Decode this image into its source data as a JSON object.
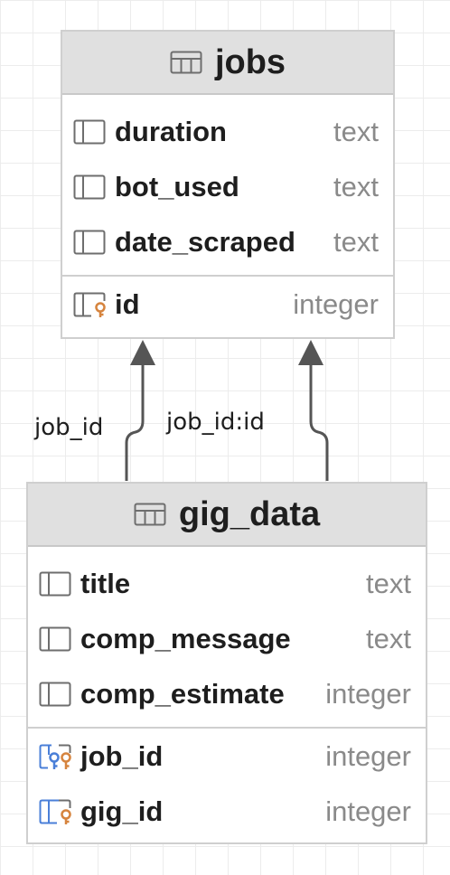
{
  "diagram": {
    "tables": {
      "jobs": {
        "title": "jobs",
        "columns": [
          {
            "name": "duration",
            "type": "text",
            "icon": "column-icon"
          },
          {
            "name": "bot_used",
            "type": "text",
            "icon": "column-icon"
          },
          {
            "name": "date_scraped",
            "type": "text",
            "icon": "column-icon"
          }
        ],
        "keys": [
          {
            "name": "id",
            "type": "integer",
            "icon": "primary-key-icon"
          }
        ]
      },
      "gig_data": {
        "title": "gig_data",
        "columns": [
          {
            "name": "title",
            "type": "text",
            "icon": "column-icon"
          },
          {
            "name": "comp_message",
            "type": "text",
            "icon": "column-icon"
          },
          {
            "name": "comp_estimate",
            "type": "integer",
            "icon": "column-icon"
          }
        ],
        "keys": [
          {
            "name": "job_id",
            "type": "integer",
            "icon": "foreign-key-icon"
          },
          {
            "name": "gig_id",
            "type": "integer",
            "icon": "primary-key-icon"
          }
        ]
      }
    },
    "edges": [
      {
        "from": "gig_data",
        "to": "jobs",
        "label": "job_id"
      },
      {
        "from": "gig_data",
        "to": "jobs",
        "label": "job_id:id"
      }
    ],
    "colors": {
      "header_bg": "#e0e0e0",
      "border": "#cfcfcf",
      "icon_gray": "#6e6e6e",
      "key_orange": "#d6843e",
      "key_blue": "#4a7fd8",
      "type_gray": "#8a8a8a",
      "edge": "#555555"
    }
  }
}
